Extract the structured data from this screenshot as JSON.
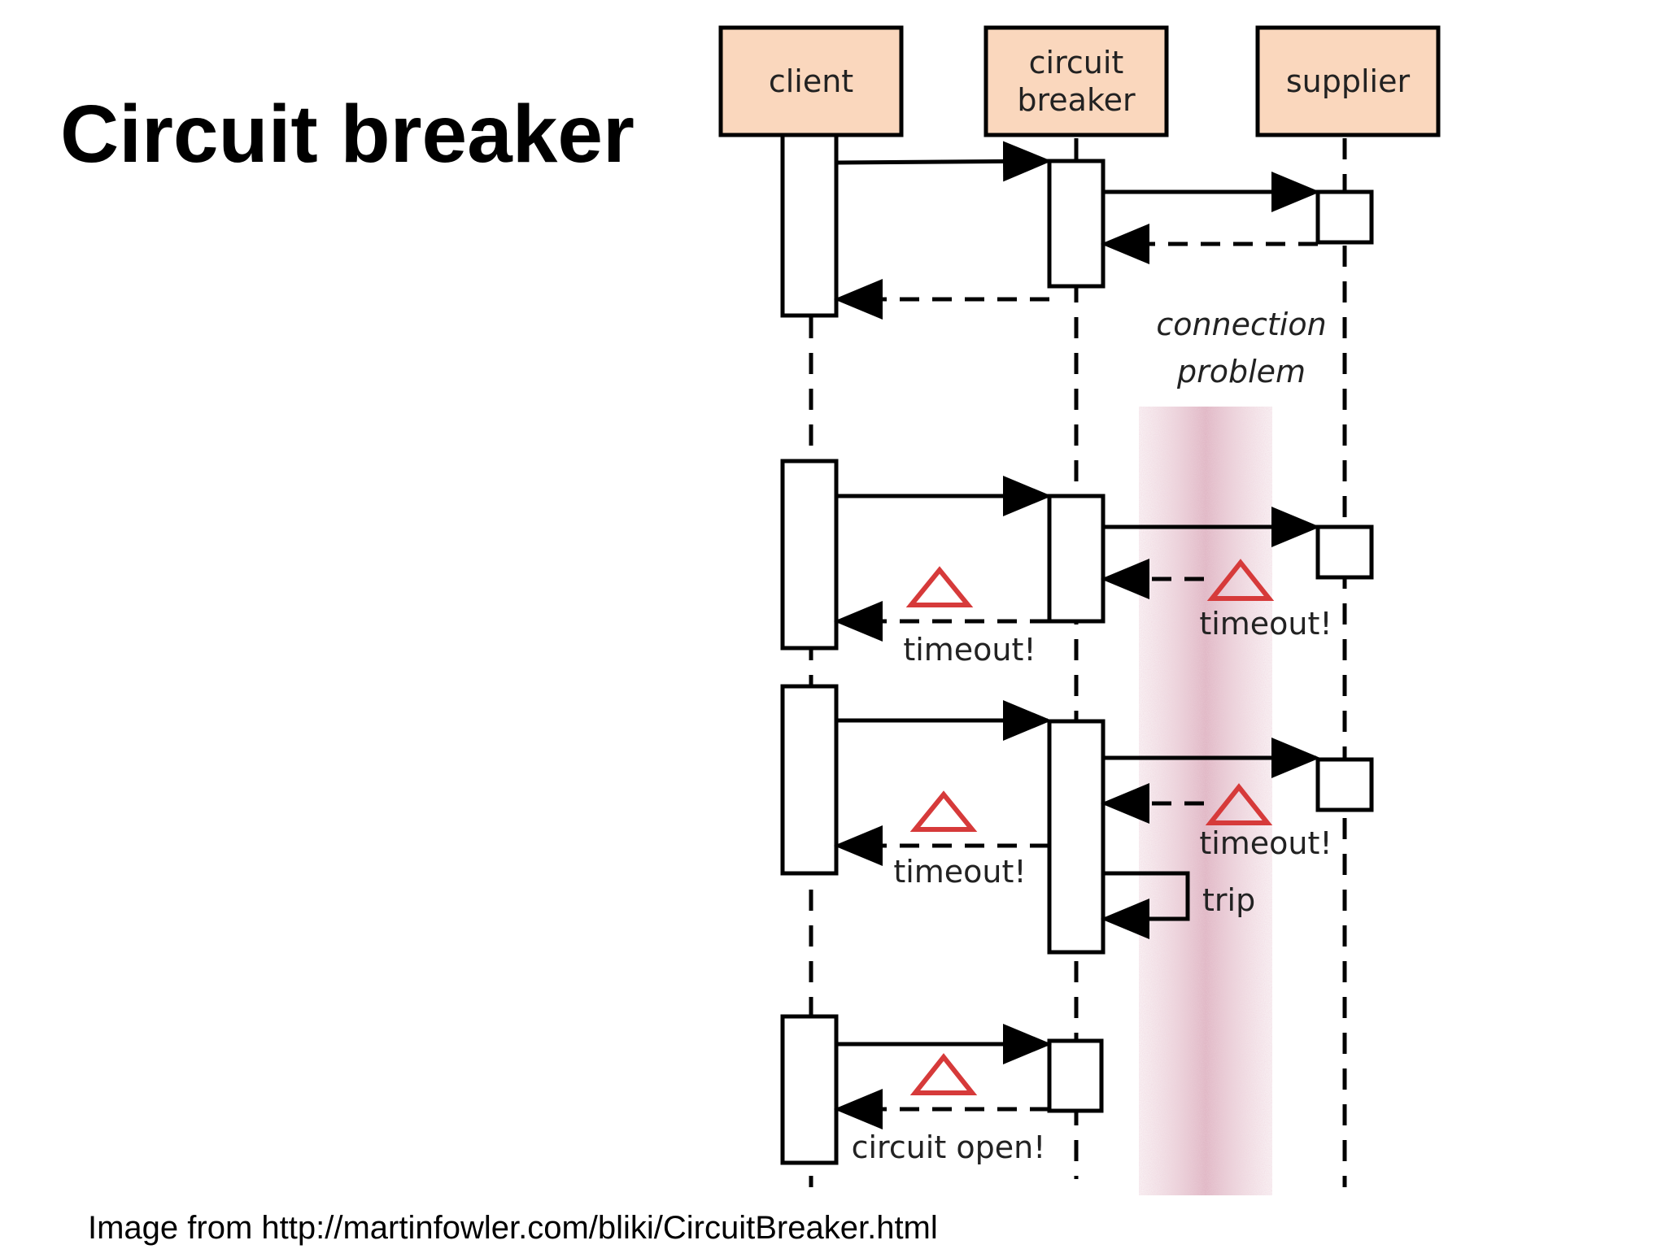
{
  "title": "Circuit breaker",
  "caption": "Image from http://martinfowler.com/bliki/CircuitBreaker.html",
  "participants": [
    "client",
    "circuit breaker",
    "supplier"
  ],
  "participant_circuit_breaker_line1": "circuit",
  "participant_circuit_breaker_line2": "breaker",
  "note": {
    "line1": "connection",
    "line2": "problem"
  },
  "labels": {
    "timeout": "timeout!",
    "trip": "trip",
    "circuit_open": "circuit open!"
  },
  "colors": {
    "participant_fill": "#fad7bd",
    "warning": "#d63a3a",
    "problem_zone": "#d8a7b7",
    "line": "#000000"
  },
  "icons": {
    "warning": "warning-triangle-icon"
  }
}
